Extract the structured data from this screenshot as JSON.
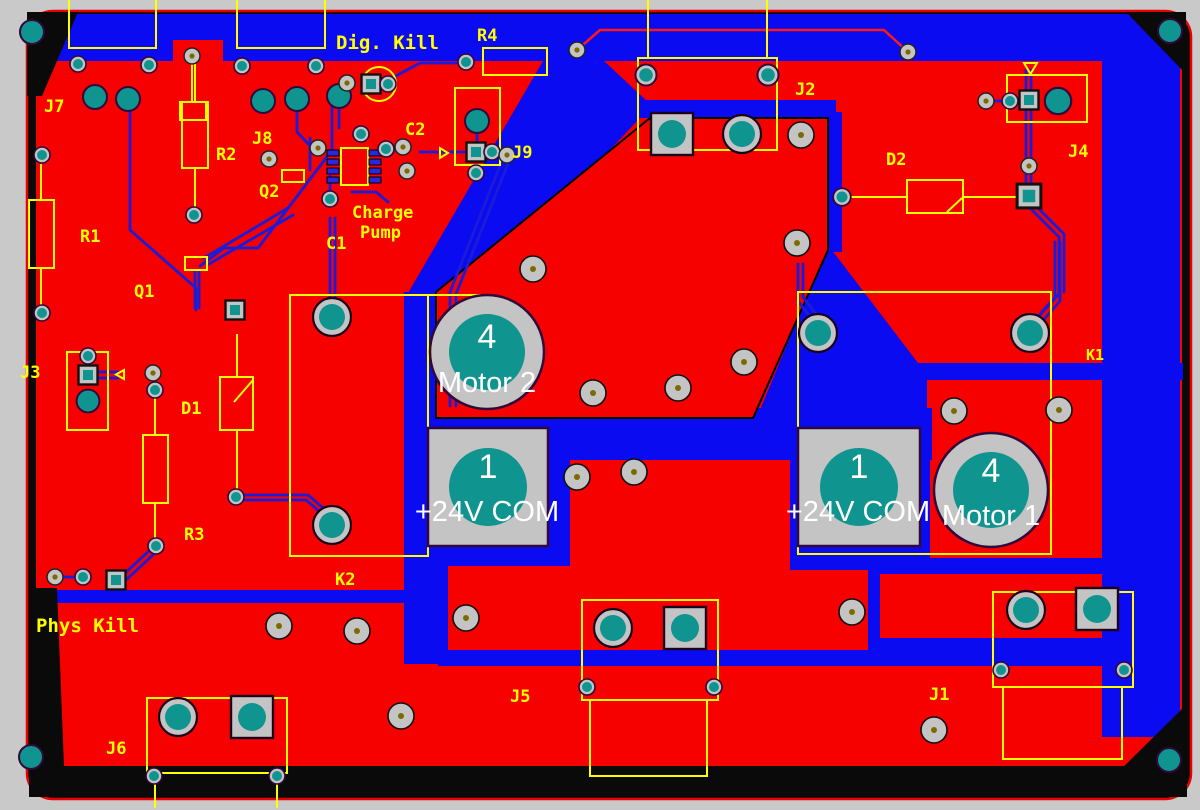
{
  "colors": {
    "background_gray": "#c9c9c9",
    "board_substrate_black": "#0a0a0a",
    "copper_top_red": "#f60000",
    "copper_bottom_blue": "#0b0bf2",
    "silkscreen_yellow": "#ffff00",
    "pad_teal": "#0f9490",
    "pad_ring_gray": "#c4c4c4",
    "drill_olive": "#7a6a00",
    "trace_blue": "#1c1cd8",
    "trace_red": "#ff1818",
    "annotation_white": "#ffffff"
  },
  "silkscreen": {
    "dig_kill": "Dig. Kill",
    "phys_kill": "Phys Kill",
    "charge_pump_line1": "Charge",
    "charge_pump_line2": "Pump",
    "r1": "R1",
    "r2": "R2",
    "r3": "R3",
    "r4": "R4",
    "q1": "Q1",
    "q2": "Q2",
    "c1": "C1",
    "c2": "C2",
    "d1": "D1",
    "d2": "D2",
    "j1": "J1",
    "j2": "J2",
    "j3": "J3",
    "j4": "J4",
    "j5": "J5",
    "j6": "J6",
    "j7": "J7",
    "j8": "J8",
    "j9": "J9",
    "k1": "K1",
    "k2": "K2"
  },
  "pad_annotations": {
    "motor2_pin": "4",
    "motor2_name": "Motor 2",
    "com_left_pin": "1",
    "com_left_name": "+24V COM",
    "com_right_pin": "1",
    "com_right_name": "+24V COM",
    "motor1_pin": "4",
    "motor1_name": "Motor 1"
  }
}
